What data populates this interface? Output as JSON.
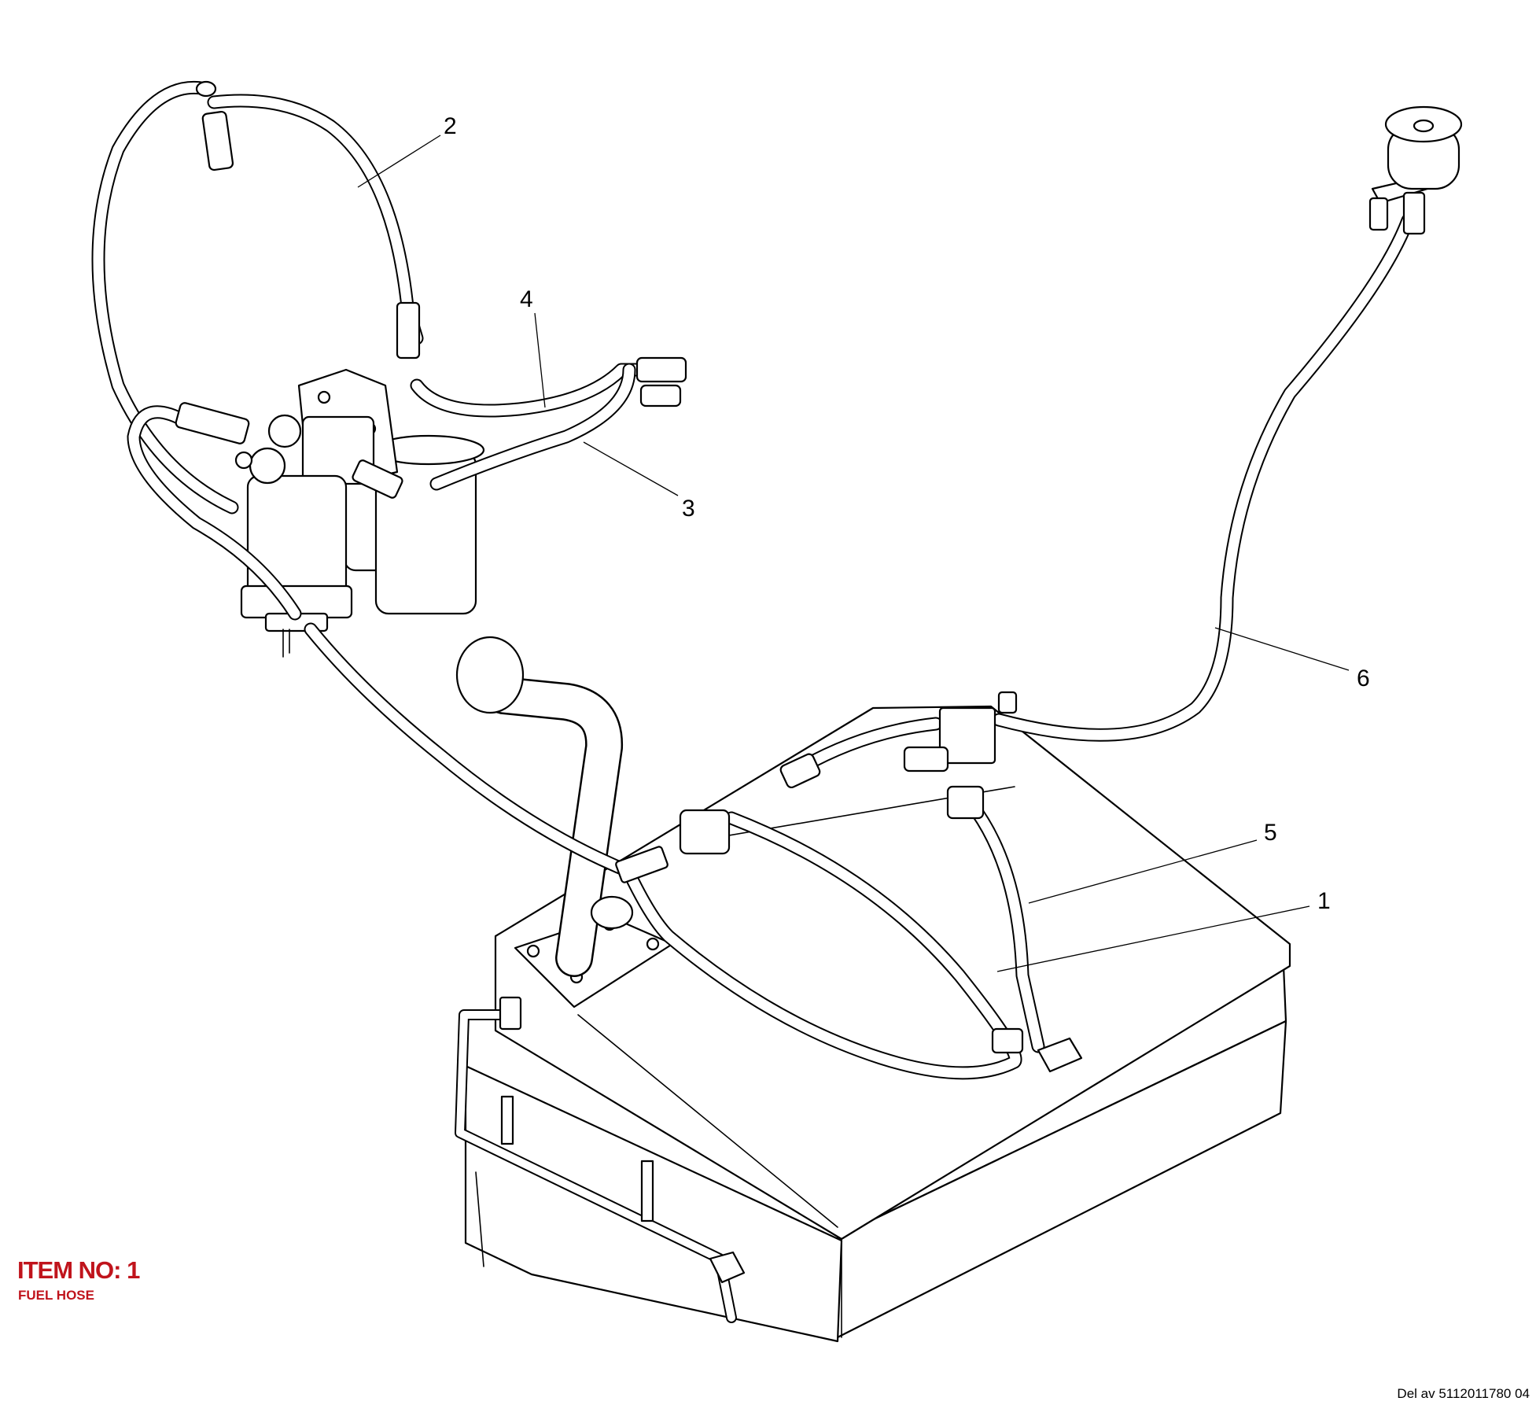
{
  "item": {
    "title": "ITEM NO: 1",
    "subtitle": "FUEL HOSE",
    "color": "#c0141c"
  },
  "document_ref": "Del av 5112011780 04",
  "callouts": [
    {
      "number": "1"
    },
    {
      "number": "2"
    },
    {
      "number": "3"
    },
    {
      "number": "4"
    },
    {
      "number": "5"
    },
    {
      "number": "6"
    }
  ],
  "colors": {
    "line": "#000000",
    "background": "#ffffff"
  }
}
